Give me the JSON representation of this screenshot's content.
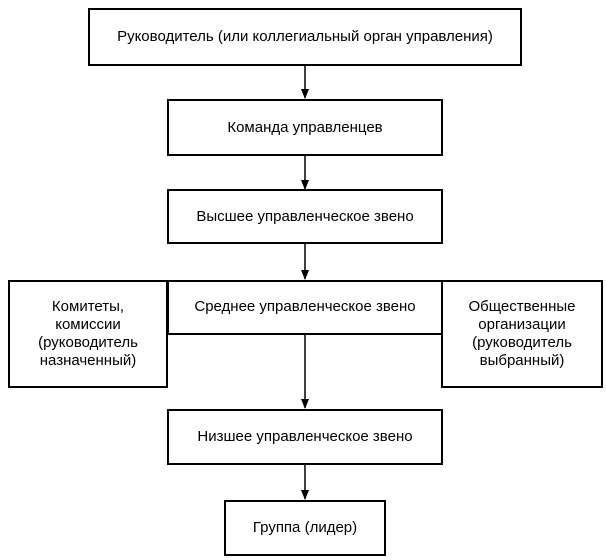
{
  "nodes": {
    "head": "Руководитель (или коллегиальный орган управления)",
    "team": "Команда управленцев",
    "top": "Высшее управленческое звено",
    "middle": "Среднее управленческое звено",
    "committees": "Комитеты, комиссии (руководитель назначенный)",
    "public_orgs": "Общественные организации (руководитель выбранный)",
    "lower": "Низшее управленческое звено",
    "group": "Группа (лидер)"
  },
  "colors": {
    "stroke": "#000000",
    "fill": "#ffffff"
  }
}
